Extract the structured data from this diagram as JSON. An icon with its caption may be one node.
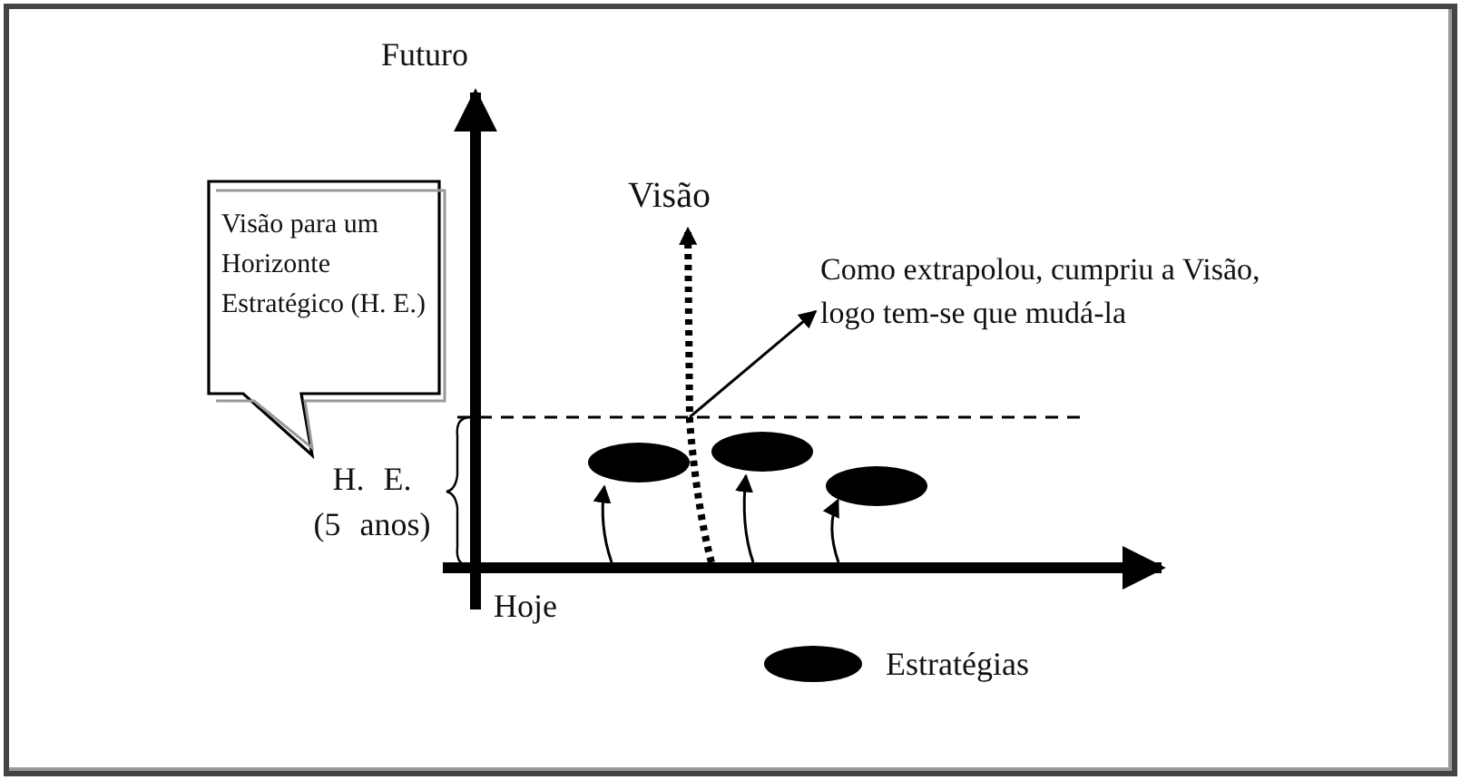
{
  "diagram": {
    "nodes": [
      {
        "text": [
          "Visão para um Horizonte Estratégico (H. E.)"
        ]
      },
      {
        "text": [
          "Visão"
        ]
      },
      {
        "text": [
          "Como extrapolou, cumpriu a Visão, logo tem-se que mudá-la"
        ]
      },
      {
        "text": [],
        "shape": "ellipse"
      },
      {
        "text": [],
        "shape": "ellipse"
      },
      {
        "text": [],
        "shape": "ellipse"
      },
      {
        "text": [],
        "shape": "arrow"
      }
    ],
    "edges": [
      {
        "from": 6,
        "to": 1,
        "arrow": "to",
        "style": "dashed"
      },
      {
        "from": null,
        "to": 2,
        "arrow": "to"
      },
      {
        "from": 6,
        "to": 3,
        "arrow": "to"
      },
      {
        "from": 6,
        "to": 4,
        "arrow": "to"
      },
      {
        "from": 6,
        "to": 5,
        "arrow": "to"
      }
    ],
    "labels": [
      "Futuro",
      "Hoje",
      "H. E. (5 anos)"
    ],
    "legend": [
      {
        "text": "Estratégias"
      }
    ]
  }
}
